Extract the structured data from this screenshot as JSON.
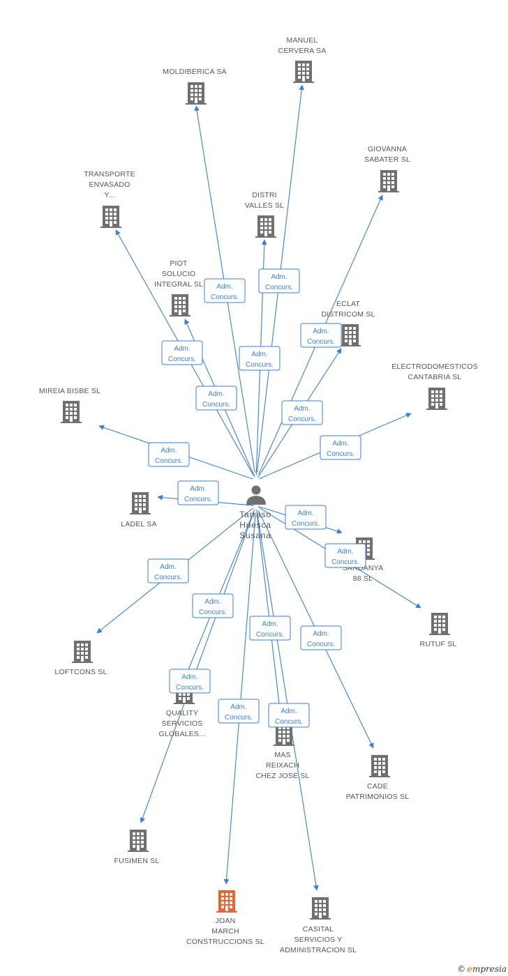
{
  "center": {
    "name_lines": [
      "Tarraso",
      "Huesca",
      "Susana"
    ],
    "icon": "person-icon"
  },
  "edge_label_lines": [
    "Adm.",
    "Concurs."
  ],
  "companies": [
    {
      "id": "moldiberica",
      "lines": [
        "MOLDIBERICA SA"
      ],
      "icon": "building-icon",
      "highlight": false
    },
    {
      "id": "manuel-cervera",
      "lines": [
        "MANUEL",
        "CERVERA SA"
      ],
      "icon": "building-icon",
      "highlight": false
    },
    {
      "id": "giovanna-sabater",
      "lines": [
        "GIOVANNA",
        "SABATER SL"
      ],
      "icon": "building-icon",
      "highlight": false
    },
    {
      "id": "transporte-envasado",
      "lines": [
        "TRANSPORTE",
        "ENVASADO",
        "Y..."
      ],
      "icon": "building-icon",
      "highlight": false
    },
    {
      "id": "distri-valles",
      "lines": [
        "DISTRI",
        "VALLES SL"
      ],
      "icon": "building-icon",
      "highlight": false
    },
    {
      "id": "piot-solucio",
      "lines": [
        "PIOT",
        "SOLUCIO",
        "INTEGRAL SL"
      ],
      "icon": "building-icon",
      "highlight": false
    },
    {
      "id": "eclat-districom",
      "lines": [
        "ECLAT",
        "DISTRICOM SL"
      ],
      "icon": "building-icon",
      "highlight": false
    },
    {
      "id": "electrodomesticos-cantabria",
      "lines": [
        "ELECTRODOMESTICOS",
        "CANTABRIA SL"
      ],
      "icon": "building-icon",
      "highlight": false
    },
    {
      "id": "mireia-bisbe",
      "lines": [
        "MIREIA BISBE SL"
      ],
      "icon": "building-icon",
      "highlight": false
    },
    {
      "id": "ladel",
      "lines": [
        "LADEL SA"
      ],
      "icon": "building-icon",
      "highlight": false
    },
    {
      "id": "sardanya-88",
      "lines": [
        "SARDANYA",
        "88 SL"
      ],
      "icon": "building-icon",
      "highlight": false
    },
    {
      "id": "rutuf",
      "lines": [
        "RUTUF SL"
      ],
      "icon": "building-icon",
      "highlight": false
    },
    {
      "id": "loftcons",
      "lines": [
        "LOFTCONS SL"
      ],
      "icon": "building-icon",
      "highlight": false
    },
    {
      "id": "quality-servicios",
      "lines": [
        "QUALITY",
        "SERVICIOS",
        "GLOBALES..."
      ],
      "icon": "building-icon",
      "highlight": false
    },
    {
      "id": "mas-reixach",
      "lines": [
        "MAS",
        "REIXACH",
        "CHEZ JOSE SL"
      ],
      "icon": "building-icon",
      "highlight": false
    },
    {
      "id": "cade-patrimonios",
      "lines": [
        "CADE",
        "PATRIMONIOS SL"
      ],
      "icon": "building-icon",
      "highlight": false
    },
    {
      "id": "fusimen",
      "lines": [
        "FUSIMEN SL"
      ],
      "icon": "building-icon",
      "highlight": false
    },
    {
      "id": "joan-march",
      "lines": [
        "JOAN",
        "MARCH",
        "CONSTRUCCIONS SL"
      ],
      "icon": "building-icon",
      "highlight": true
    },
    {
      "id": "casital-servicios",
      "lines": [
        "CASITAL",
        "SERVICIOS Y",
        "ADMINISTRACION SL"
      ],
      "icon": "building-icon",
      "highlight": false
    }
  ],
  "colors": {
    "edge": "#3a7fd5",
    "building": "#707070",
    "highlight": "#f0622d",
    "text": "#555555"
  },
  "brand": {
    "copyright": "©",
    "initial": "e",
    "rest": "mpresia"
  }
}
